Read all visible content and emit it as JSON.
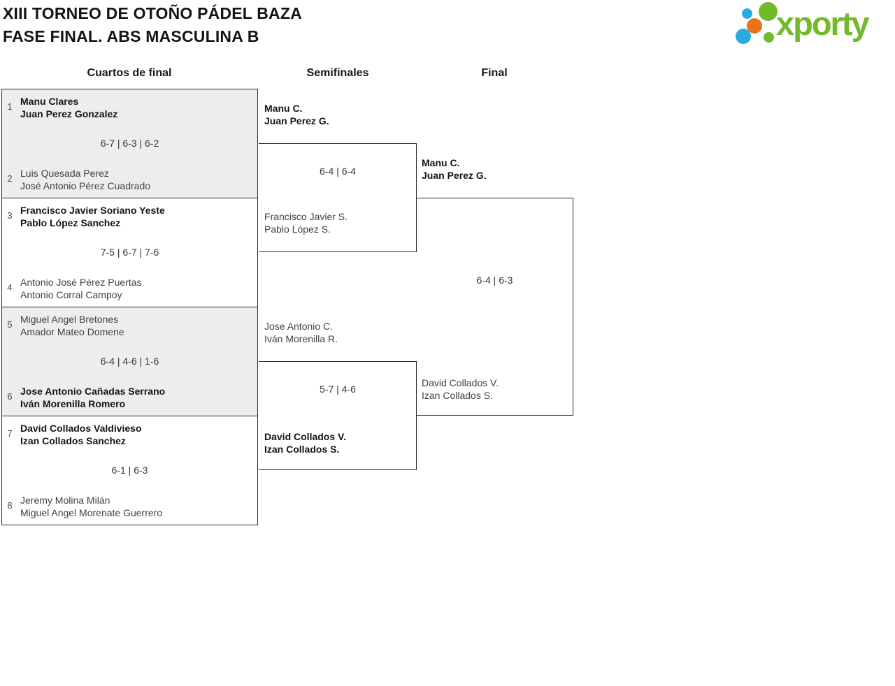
{
  "page": {
    "title_line1": "XIII TORNEO DE OTOÑO PÁDEL BAZA",
    "title_line2": "FASE FINAL. ABS MASCULINA B"
  },
  "logo": {
    "wordmark": "xporty"
  },
  "colors": {
    "brand_green": "#72b92c",
    "brand_blue": "#29abe2",
    "brand_orange": "#e8731a",
    "block_shade": "#ededed",
    "line": "#2c2c2c"
  },
  "round_headers": {
    "quarterfinals": "Cuartos de final",
    "semifinals": "Semifinales",
    "final": "Final"
  },
  "quarterfinals": [
    {
      "seed_top": "1",
      "team_top": [
        "Manu Clares",
        "Juan Perez Gonzalez"
      ],
      "score": "6-7 | 6-3 | 6-2",
      "seed_bottom": "2",
      "team_bottom": [
        "Luis Quesada Perez",
        "José Antonio Pérez Cuadrado"
      ],
      "winner": "top"
    },
    {
      "seed_top": "3",
      "team_top": [
        "Francisco Javier Soriano Yeste",
        "Pablo López Sanchez"
      ],
      "score": "7-5 | 6-7 | 7-6",
      "seed_bottom": "4",
      "team_bottom": [
        "Antonio José Pérez Puertas",
        "Antonio Corral Campoy"
      ],
      "winner": "top"
    },
    {
      "seed_top": "5",
      "team_top": [
        "Miguel Angel Bretones",
        "Amador Mateo Domene"
      ],
      "score": "6-4 | 4-6 | 1-6",
      "seed_bottom": "6",
      "team_bottom": [
        "Jose Antonio Cañadas Serrano",
        "Iván Morenilla Romero"
      ],
      "winner": "bottom"
    },
    {
      "seed_top": "7",
      "team_top": [
        "David Collados Valdivieso",
        "Izan Collados Sanchez"
      ],
      "score": "6-1 | 6-3",
      "seed_bottom": "8",
      "team_bottom": [
        "Jeremy Molina Milán",
        "Miguel Angel Morenate Guerrero"
      ],
      "winner": "top"
    }
  ],
  "semifinals": [
    {
      "team_top": [
        "Manu C.",
        "Juan Perez G."
      ],
      "score": "6-4 | 6-4",
      "team_bottom": [
        "Francisco Javier S.",
        "Pablo López S."
      ],
      "winner": "top"
    },
    {
      "team_top": [
        "Jose Antonio C.",
        "Iván Morenilla R."
      ],
      "score": "5-7 | 4-6",
      "team_bottom": [
        "David Collados V.",
        "Izan Collados S."
      ],
      "winner": "bottom"
    }
  ],
  "final": {
    "team_top": [
      "Manu C.",
      "Juan Perez G."
    ],
    "score": "6-4 | 6-3",
    "team_bottom": [
      "David Collados V.",
      "Izan Collados S."
    ],
    "winner": "top"
  }
}
